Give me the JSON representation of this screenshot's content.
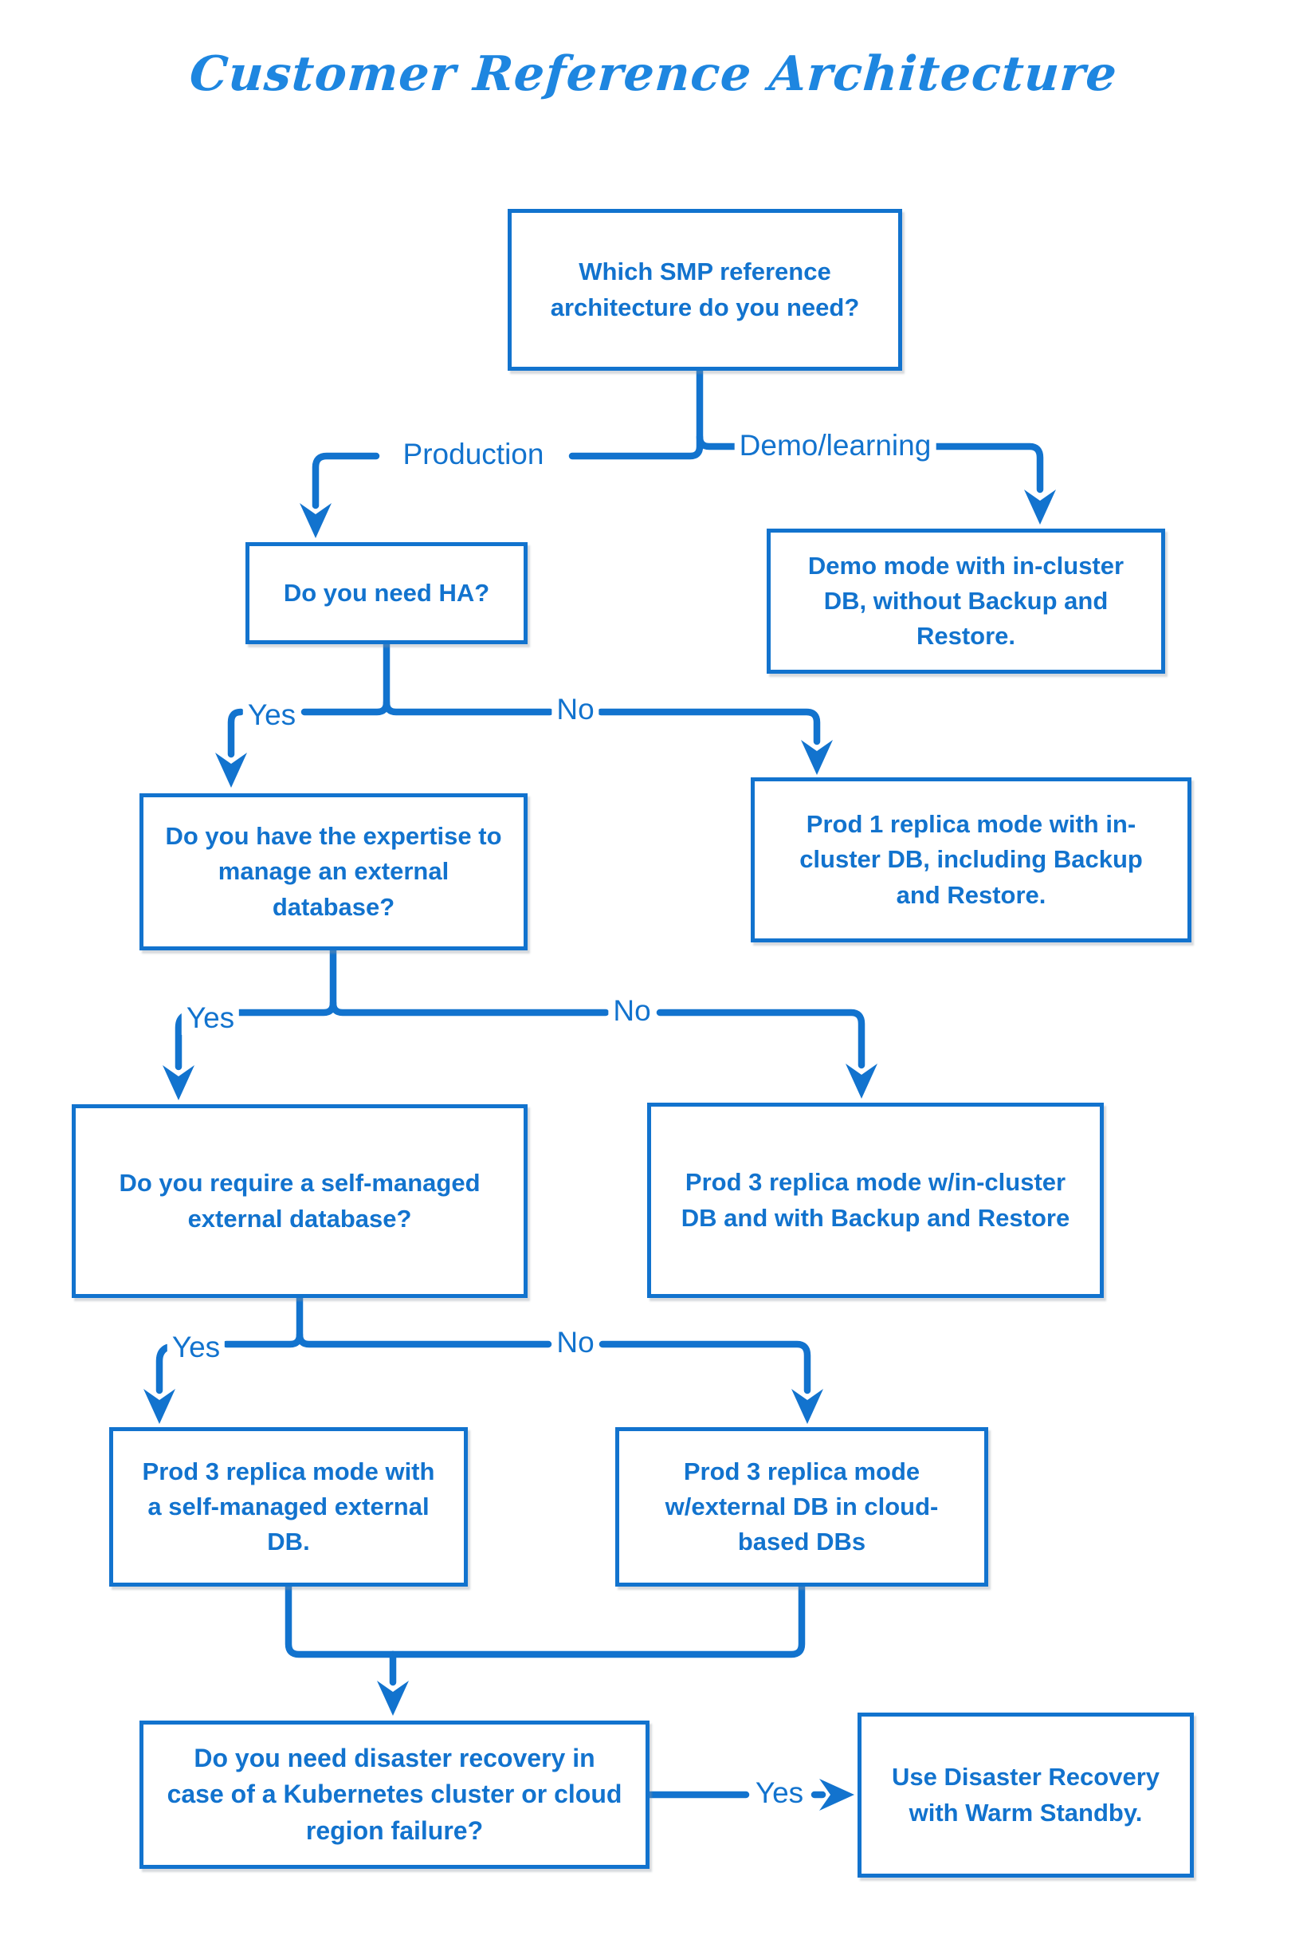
{
  "title": "Customer Reference Architecture",
  "colors": {
    "accent": "#1273ce",
    "title": "#1e86e0",
    "background": "#ffffff",
    "box_fill": "#ffffff"
  },
  "nodes": {
    "q_root": {
      "text": "Which SMP reference architecture do you need?"
    },
    "q_ha": {
      "text": "Do you need HA?"
    },
    "r_demo": {
      "text": "Demo mode with in-cluster DB, without Backup and Restore."
    },
    "q_expertise": {
      "text": "Do you have the expertise to manage an external database?"
    },
    "r_prod1": {
      "text": "Prod 1 replica mode with in-cluster DB, including Backup and Restore."
    },
    "q_selfmanaged": {
      "text": "Do you require a self-managed external database?"
    },
    "r_prod3_incluster": {
      "text": "Prod 3 replica mode w/in-cluster DB and with Backup and Restore"
    },
    "r_prod3_selfmanaged": {
      "text": "Prod 3 replica mode with a self-managed external DB."
    },
    "r_prod3_cloud": {
      "text": "Prod 3 replica mode w/external DB in cloud-based DBs"
    },
    "q_dr": {
      "text": "Do you need disaster recovery in case of a Kubernetes cluster or cloud region failure?"
    },
    "r_warm_standby": {
      "text": "Use Disaster Recovery with Warm Standby."
    }
  },
  "edge_labels": {
    "production": "Production",
    "demo_learning": "Demo/learning",
    "ha_yes": "Yes",
    "ha_no": "No",
    "expertise_yes": "Yes",
    "expertise_no": "No",
    "selfmanaged_yes": "Yes",
    "selfmanaged_no": "No",
    "dr_yes": "Yes"
  }
}
